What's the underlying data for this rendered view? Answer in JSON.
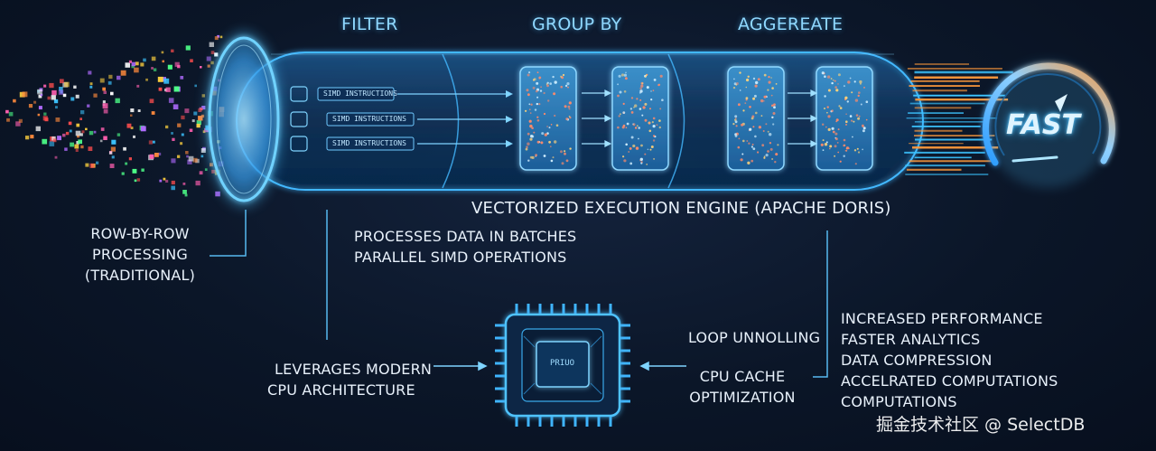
{
  "stages": {
    "filter": "FILTER",
    "group_by": "GROUP BY",
    "aggregate": "AGGEREATE"
  },
  "simd_rows": [
    "SIMD INSTRUCTIONS",
    "SIMD INSTRUCTIONS",
    "SIMD INSTRUCTIONS"
  ],
  "engine_label": "VECTORIZED EXECUTION ENGINE (APACHE DORIS)",
  "row_processing": [
    "ROW-BY-ROW",
    "PROCESSING",
    "(TRADITIONAL)"
  ],
  "batch_lines": [
    "PROCESSES DATA IN BATCHES",
    "PARALLEL SIMD OPERATIONS"
  ],
  "cpu_label": [
    "LEVERAGES MODERN",
    "CPU ARCHITECTURE"
  ],
  "chip_label": "PRIUO",
  "loop_label": "LOOP UNNOLLING",
  "cache_label": [
    "CPU CACHE",
    "OPTIMIZATION"
  ],
  "benefits": [
    "INCREASED PERFORMANCE",
    "FASTER ANALYTICS",
    "DATA COMPRESSION",
    "ACCELRATED COMPUTATIONS",
    "COMPUTATIONS"
  ],
  "speed_label": "FAST",
  "watermark": "掘金技术社区 @ SelectDB",
  "colors": {
    "accent": "#3cc4ff",
    "speed_gradient_start": "#2a9bff",
    "speed_gradient_end": "#ff9a3c"
  }
}
